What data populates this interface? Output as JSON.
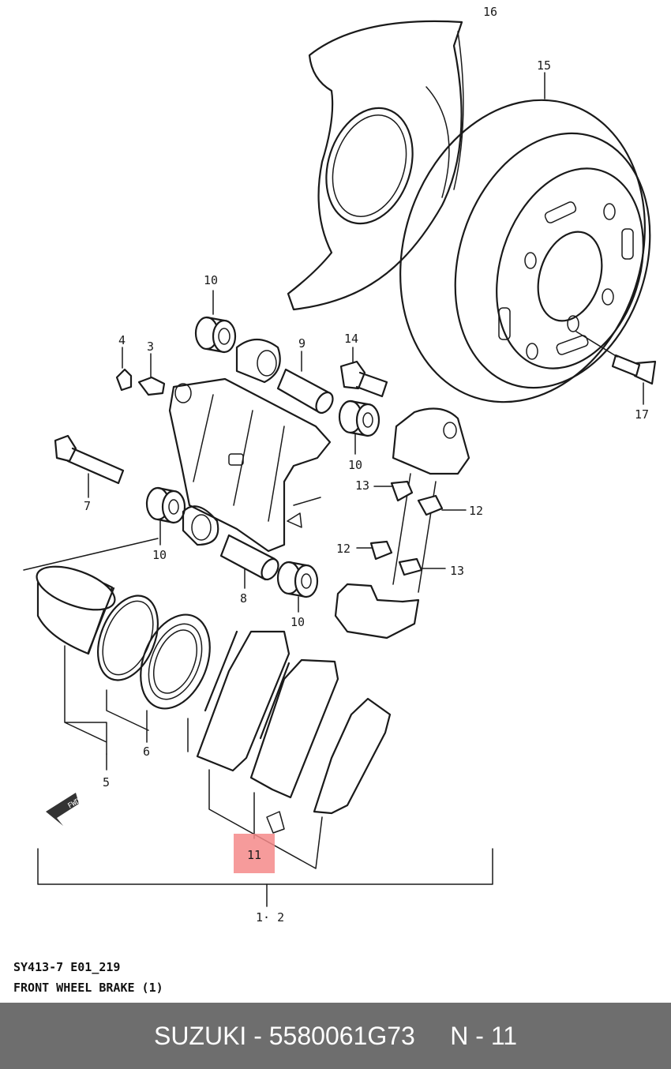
{
  "diagram": {
    "part_labels": [
      "16",
      "15",
      "10",
      "4",
      "3",
      "9",
      "14",
      "17",
      "7",
      "10",
      "13",
      "12",
      "10",
      "12",
      "13",
      "8",
      "10",
      "6",
      "5",
      "11",
      "1· 2"
    ],
    "highlight_color": "#f58a8a",
    "highlighted_label": "11",
    "fwd_arrow_text": "FWD",
    "code_line": "SY413-7 E01_219",
    "title_line": "FRONT WHEEL BRAKE (1)"
  },
  "footer": {
    "text": "SUZUKI - 5580061G73     N - 11",
    "background": "#6e6e6e"
  }
}
